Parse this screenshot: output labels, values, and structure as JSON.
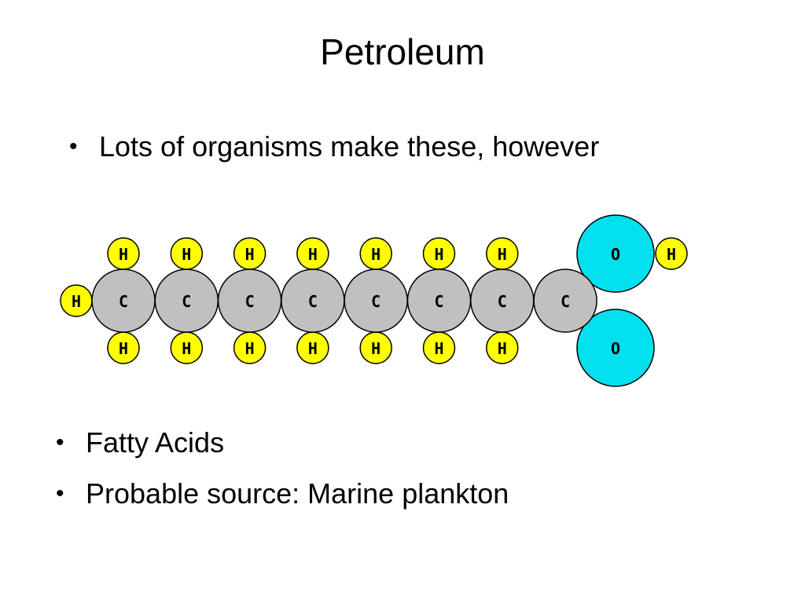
{
  "slide": {
    "title": "Petroleum",
    "intro_bullets": [
      "Lots of organisms make these, however"
    ],
    "bullets": [
      "Fatty Acids",
      "Probable source: Marine plankton"
    ]
  },
  "diagram": {
    "atom_labels": {
      "carbon": "C",
      "hydrogen": "H",
      "oxygen": "O"
    },
    "carbon_count": 8,
    "colors": {
      "carbon": "#c0c0c0",
      "hydrogen": "#ffff00",
      "oxygen": "#00e0ee",
      "outline": "#000000"
    }
  }
}
